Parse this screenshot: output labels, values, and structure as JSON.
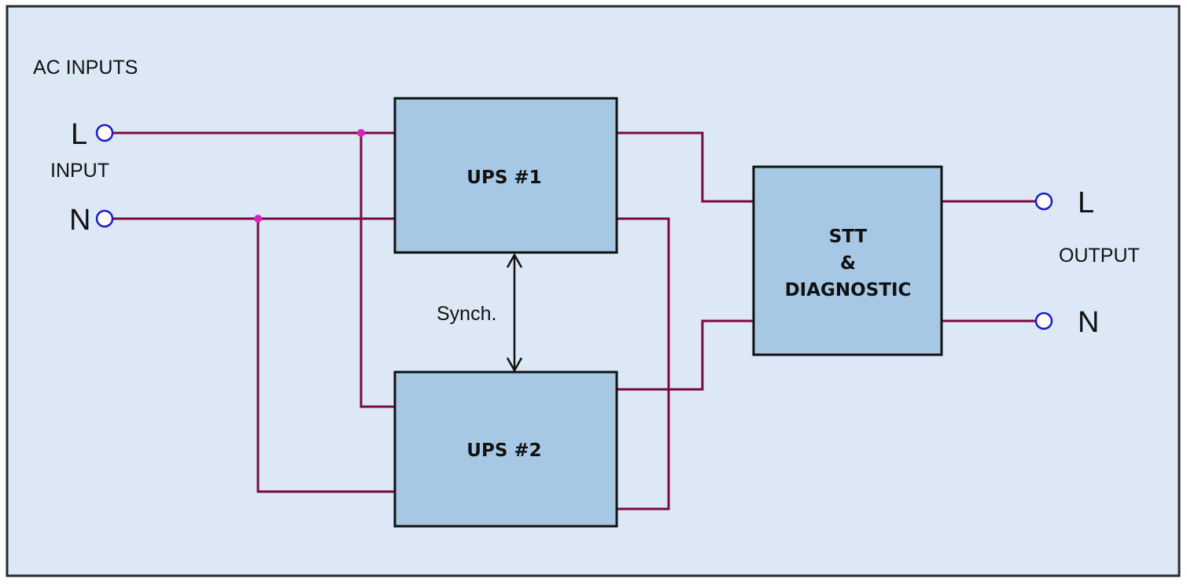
{
  "title_label": "AC INPUTS",
  "input": {
    "label": "INPUT",
    "line_label": "L",
    "neutral_label": "N"
  },
  "output": {
    "label": "OUTPUT",
    "line_label": "L",
    "neutral_label": "N"
  },
  "ups1": {
    "label": "UPS #1"
  },
  "ups2": {
    "label": "UPS #2"
  },
  "stt": {
    "line1": "STT",
    "line2": "&",
    "line3": "DIAGNOSTIC"
  },
  "synch_label": "Synch.",
  "colors": {
    "background": "#dce8f5",
    "border": "#2a2a2a",
    "block_fill": "#a6c8e4",
    "wire": "#7a0a3e",
    "junction": "#e020c0",
    "terminal": "#1a1acc"
  }
}
